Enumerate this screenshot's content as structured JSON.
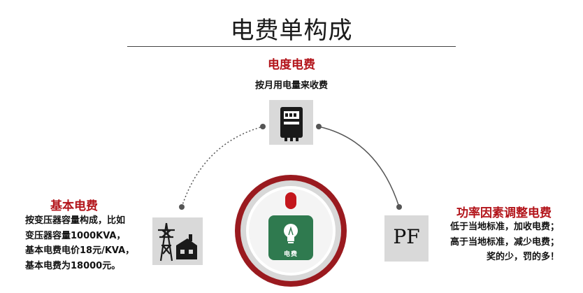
{
  "title": "电费单构成",
  "top": {
    "heading": "电度电费",
    "description": "按月用电量来收费"
  },
  "left": {
    "heading": "基本电费",
    "lines": [
      "按变压器容量构成，比如",
      "变压器容量1000KVA，",
      "基本电费电价18元/KVA，",
      "基本电费为18000元。"
    ]
  },
  "right": {
    "heading": "功率因素调整电费",
    "lines": [
      "低于当地标准，加收电费；",
      "高于当地标准，减少电费；",
      "奖的少，罚的多！"
    ]
  },
  "pf_label": "PF",
  "center_app_label": "电费",
  "colors": {
    "accent_red": "#b3151b",
    "app_green": "#2f7a4f",
    "tile_gray": "#d9d9d9"
  },
  "icons": {
    "meter": "electric-meter-icon",
    "tower": "power-tower-icon",
    "bulb": "light-bulb-icon"
  }
}
